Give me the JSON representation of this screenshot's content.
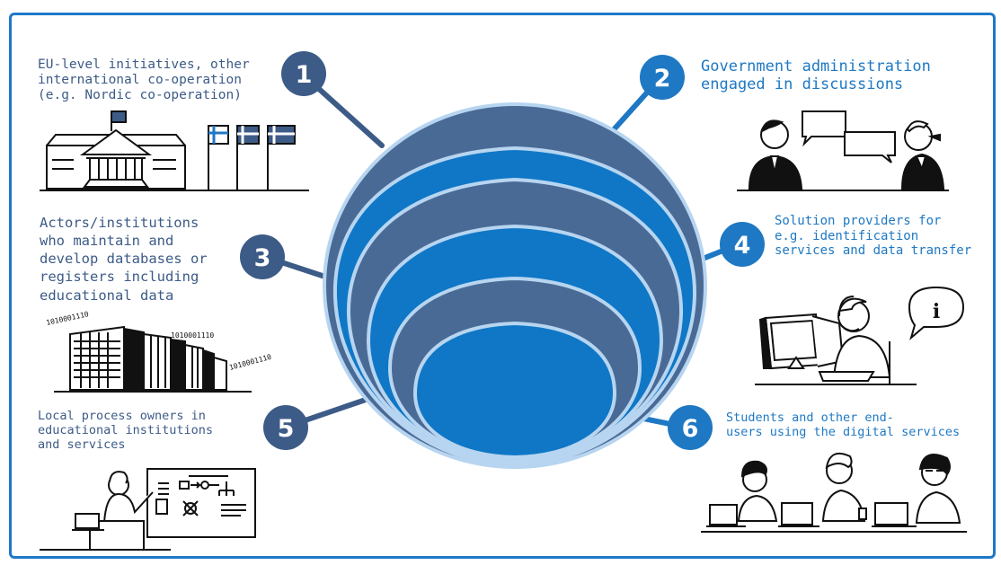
{
  "colors": {
    "frame": "#1f78c8",
    "dark_layer": "#4a6a96",
    "light_layer": "#0f77c6",
    "outline": "#b7d5f0",
    "text_dark": "#3d5b87",
    "text_blue": "#1e78c3"
  },
  "stakeholders": [
    {
      "number": "1",
      "lines": [
        "EU-level initiatives, other",
        "international co-operation",
        "(e.g. Nordic co-operation)"
      ]
    },
    {
      "number": "2",
      "lines": [
        "Government administration",
        "engaged in discussions"
      ]
    },
    {
      "number": "3",
      "lines": [
        "Actors/institutions",
        "who maintain and",
        "develop databases or",
        "registers including",
        "educational data"
      ]
    },
    {
      "number": "4",
      "lines": [
        "Solution providers for",
        "e.g. identification",
        "services and data transfer"
      ]
    },
    {
      "number": "5",
      "lines": [
        "Local process owners in",
        "educational institutions",
        "and services"
      ]
    },
    {
      "number": "6",
      "lines": [
        "Students and other end-",
        "users using the digital services"
      ]
    }
  ],
  "illustrations": [
    {
      "icon": "government-building-with-flags-icon"
    },
    {
      "icon": "two-officials-talking-icon"
    },
    {
      "icon": "data-servers-binary-icon"
    },
    {
      "icon": "support-agent-info-icon"
    },
    {
      "icon": "presenter-process-board-icon"
    },
    {
      "icon": "students-with-laptops-icon"
    }
  ],
  "info_symbol": "i",
  "binary_text": "1010001110"
}
